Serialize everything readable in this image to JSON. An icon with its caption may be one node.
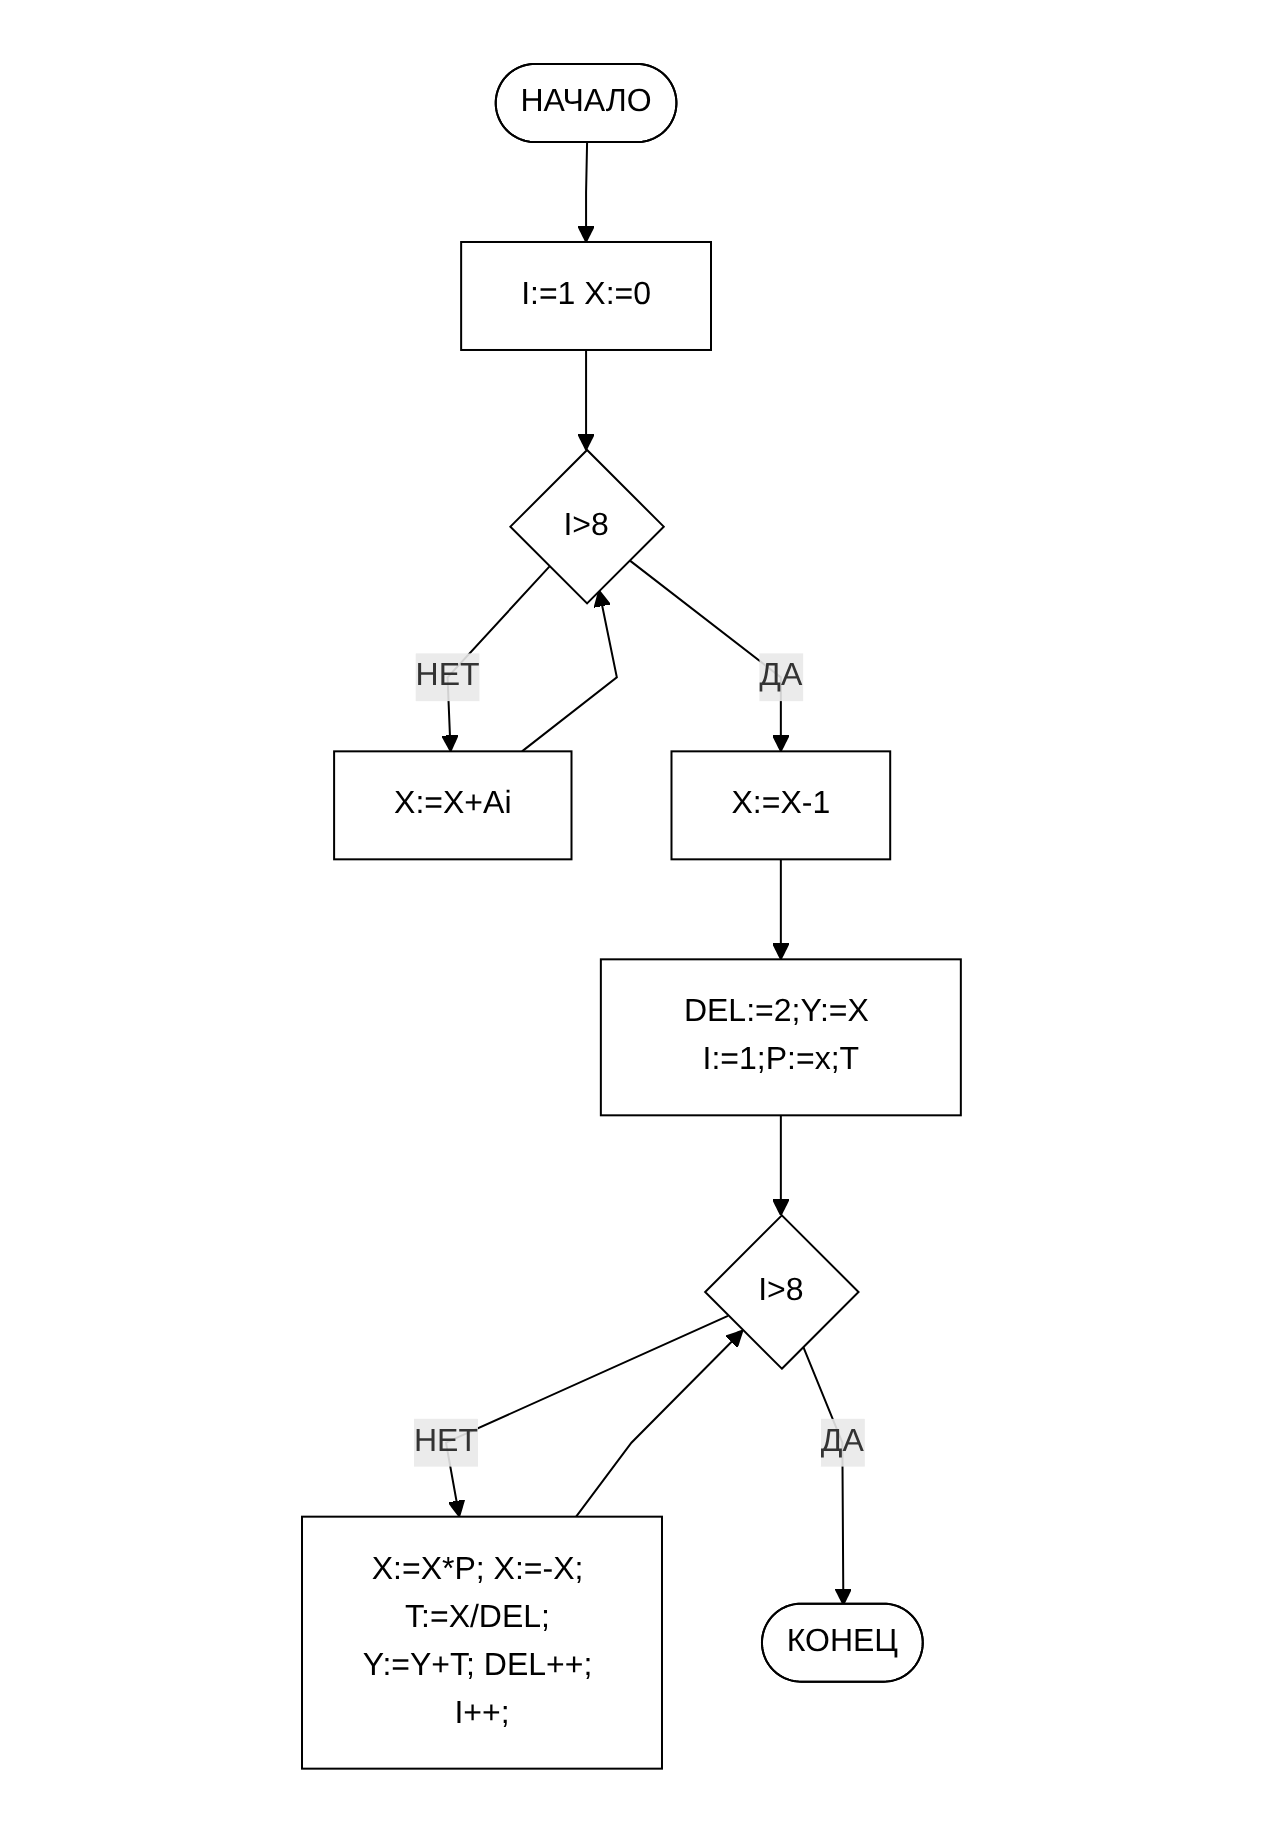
{
  "diagram": {
    "nodes": [
      {
        "text": [
          "НАЧАЛО"
        ]
      },
      {
        "text": [
          "I:=1 X:=0"
        ]
      },
      {
        "text": [
          "I>8"
        ]
      },
      {
        "text": [
          "X:=X+Ai"
        ]
      },
      {
        "text": [
          "X:=X-1"
        ]
      },
      {
        "text": [
          "DEL:=2;Y:=X I:=1;P:=x;T"
        ]
      },
      {
        "text": [
          "I>8"
        ]
      },
      {
        "text": [
          "X:=X*P; X:=-X; T:=X/DEL; Y:=Y+T; DEL++; I++;"
        ]
      },
      {
        "text": [
          "КОНЕЦ"
        ]
      }
    ],
    "edges": [
      {
        "from": 0,
        "to": 1,
        "arrow": "to"
      },
      {
        "from": 1,
        "to": 2,
        "arrow": "to"
      },
      {
        "from": 2,
        "to": 3,
        "arrow": "to",
        "label": "НЕТ"
      },
      {
        "from": 2,
        "to": 4,
        "arrow": "to",
        "label": "ДА"
      },
      {
        "from": 3,
        "to": 2,
        "arrow": "to"
      },
      {
        "from": 4,
        "to": 5,
        "arrow": "to"
      },
      {
        "from": 5,
        "to": 6,
        "arrow": "to"
      },
      {
        "from": 6,
        "to": 7,
        "arrow": "to",
        "label": "НЕТ"
      },
      {
        "from": 7,
        "to": 6,
        "arrow": "to"
      },
      {
        "from": 6,
        "to": 8,
        "arrow": "to",
        "label": "ДА"
      }
    ]
  }
}
